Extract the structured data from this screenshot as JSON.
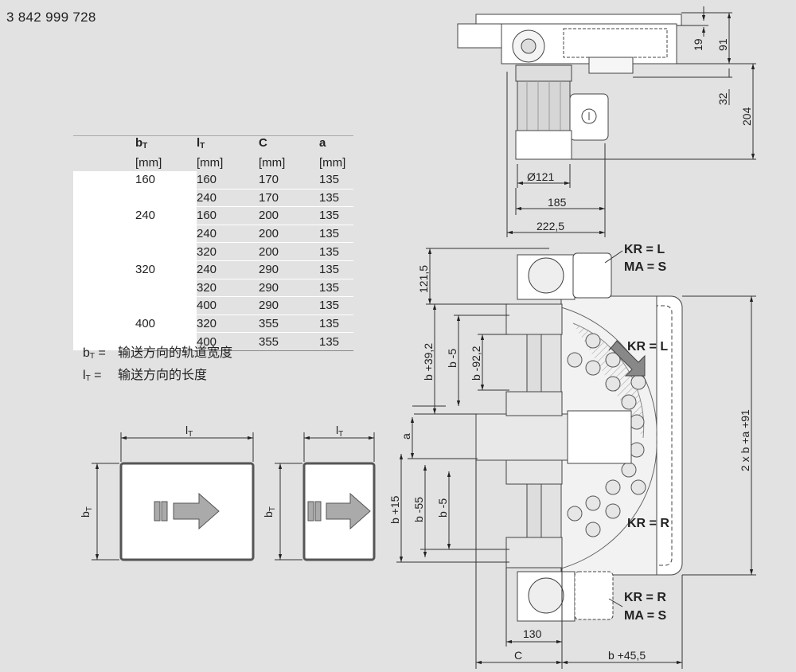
{
  "part_number": "3 842 999 728",
  "table": {
    "headers": [
      "b_T",
      "l_T",
      "C",
      "a"
    ],
    "header_subs": [
      "T",
      "T",
      "",
      ""
    ],
    "header_mains": [
      "b",
      "l",
      "C",
      "a"
    ],
    "units": [
      "[mm]",
      "[mm]",
      "[mm]",
      "[mm]"
    ],
    "rows": [
      [
        "160",
        "160",
        "170",
        "135"
      ],
      [
        "",
        "240",
        "170",
        "135"
      ],
      [
        "240",
        "160",
        "200",
        "135"
      ],
      [
        "",
        "240",
        "200",
        "135"
      ],
      [
        "",
        "320",
        "200",
        "135"
      ],
      [
        "320",
        "240",
        "290",
        "135"
      ],
      [
        "",
        "320",
        "290",
        "135"
      ],
      [
        "",
        "400",
        "290",
        "135"
      ],
      [
        "400",
        "320",
        "355",
        "135"
      ],
      [
        "",
        "400",
        "355",
        "135"
      ]
    ]
  },
  "legend": [
    {
      "sym": "b",
      "sub": "T",
      "text": "输送方向的轨道宽度"
    },
    {
      "sym": "l",
      "sub": "T",
      "text": "输送方向的长度"
    }
  ],
  "small_views": {
    "len_label": "l",
    "width_label": "b",
    "sub": "T"
  },
  "top_view": {
    "dim_19": "19",
    "dim_91": "91",
    "dim_32": "32",
    "dim_204": "204",
    "dim_dia": "Ø121",
    "dim_185": "185",
    "dim_2225": "222,5"
  },
  "main_view": {
    "kr_l_ma_s_1": "KR = L",
    "kr_l_ma_s_2": "MA = S",
    "kr_l_arrow": "KR = L",
    "kr_r_arrow": "KR = R",
    "kr_r_ma_s_1": "KR = R",
    "kr_r_ma_s_2": "MA = S",
    "dim_1215": "121,5",
    "dim_bt392": "b  +39,2",
    "dim_bt5a": "b  -5",
    "dim_bt922": "b  -92,2",
    "dim_a": "a",
    "dim_bt15": "b  +15",
    "dim_bt55": "b  -55",
    "dim_bt5b": "b  -5",
    "dim_2x": "2 x b  +a +91",
    "dim_130": "130",
    "dim_C": "C",
    "dim_bt455": "b  +45,5"
  }
}
